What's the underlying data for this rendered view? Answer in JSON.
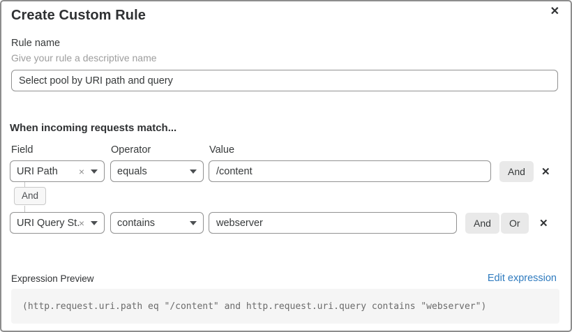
{
  "dialog": {
    "title": "Create Custom Rule",
    "close_icon": "✕"
  },
  "rule_name": {
    "label": "Rule name",
    "hint": "Give your rule a descriptive name",
    "value": "Select pool by URI path and query"
  },
  "match": {
    "heading": "When incoming requests match...",
    "columns": {
      "field": "Field",
      "operator": "Operator",
      "value": "Value"
    },
    "connector_label": "And",
    "clear_icon": "×",
    "delete_icon": "✕",
    "rows": [
      {
        "field": "URI Path",
        "operator": "equals",
        "value": "/content",
        "buttons": [
          "And"
        ]
      },
      {
        "field": "URI Query St...",
        "operator": "contains",
        "value": "webserver",
        "buttons": [
          "And",
          "Or"
        ]
      }
    ]
  },
  "expression": {
    "label": "Expression Preview",
    "edit_link": "Edit expression",
    "code": "(http.request.uri.path eq \"/content\" and http.request.uri.query contains \"webserver\")"
  },
  "colors": {
    "link_blue": "#2f7bbf",
    "button_gray": "#e9e9e9",
    "code_bg": "#f5f5f5",
    "input_border": "#919191",
    "dialog_border": "#8d8d8d"
  }
}
